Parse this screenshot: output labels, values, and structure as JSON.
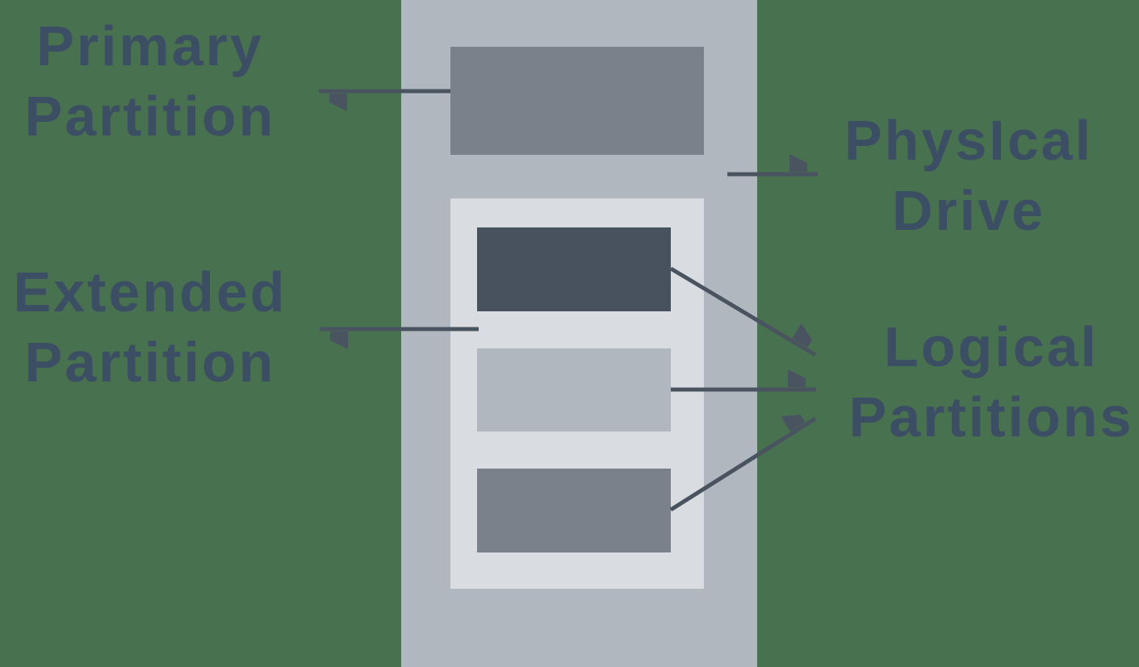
{
  "diagram": {
    "type": "disk-partitioning-diagram",
    "labels": {
      "primary_partition": {
        "line1": "Primary",
        "line2": "Partition"
      },
      "extended_partition": {
        "line1": "Extended",
        "line2": "Partition"
      },
      "physical_drive": {
        "line1": "PhysIcal",
        "line2": "Drive"
      },
      "logical_partitions": {
        "line1": "Logical",
        "line2": "Partitions"
      }
    },
    "shapes": {
      "physical_drive_rect": "full-height outer drive body",
      "primary_partition_rect": "top partition block",
      "extended_partition_rect": "container holding three logical partitions",
      "logical_partition_count": 3
    },
    "arrows": [
      "primary-partition-arrow-left",
      "physical-drive-arrow-right",
      "extended-partition-arrow-left",
      "logical-partition-1-arrow",
      "logical-partition-2-arrow",
      "logical-partition-3-arrow"
    ]
  },
  "colors": {
    "background": "#47714F",
    "drive": "#B1B7BF",
    "primary": "#7B818A",
    "extended": "#D9DDE1",
    "logical_1": "#47525E",
    "logical_2": "#B1B7BF",
    "logical_3": "#7B818A",
    "label_text": "#3C4E63",
    "arrow": "#4A5460"
  }
}
